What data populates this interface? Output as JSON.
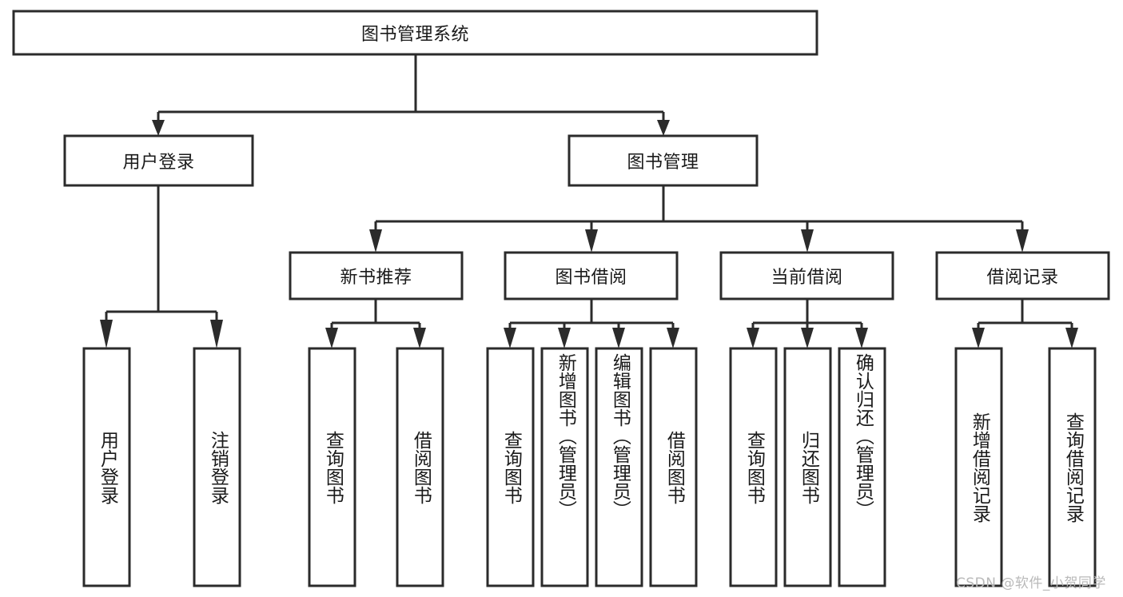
{
  "diagram": {
    "type": "org-tree",
    "title": "图书管理系统",
    "watermark": "CSDN @软件_小贺同学",
    "colors": {
      "stroke": "#2b2b2b",
      "fill": "#ffffff",
      "text": "#1a1a1a",
      "watermark": "#b9b9b9"
    },
    "nodes": {
      "root": {
        "label": "图书管理系统"
      },
      "level2": [
        {
          "label": "用户登录"
        },
        {
          "label": "图书管理"
        }
      ],
      "level3": [
        {
          "label": "新书推荐"
        },
        {
          "label": "图书借阅"
        },
        {
          "label": "当前借阅"
        },
        {
          "label": "借阅记录"
        }
      ],
      "leaves": {
        "user_login": [
          {
            "label": "用户登录"
          },
          {
            "label": "注销登录"
          }
        ],
        "new_books": [
          {
            "label": "查询图书"
          },
          {
            "label": "借阅图书"
          }
        ],
        "book_borrow": [
          {
            "label": "查询图书"
          },
          {
            "label": "新增图书（管理员）"
          },
          {
            "label": "编辑图书（管理员）"
          },
          {
            "label": "借阅图书"
          }
        ],
        "current_borrow": [
          {
            "label": "查询图书"
          },
          {
            "label": "归还图书"
          },
          {
            "label": "确认归还（管理员）"
          }
        ],
        "borrow_records": [
          {
            "label": "新增借阅记录"
          },
          {
            "label": "查询借阅记录"
          }
        ]
      }
    }
  }
}
